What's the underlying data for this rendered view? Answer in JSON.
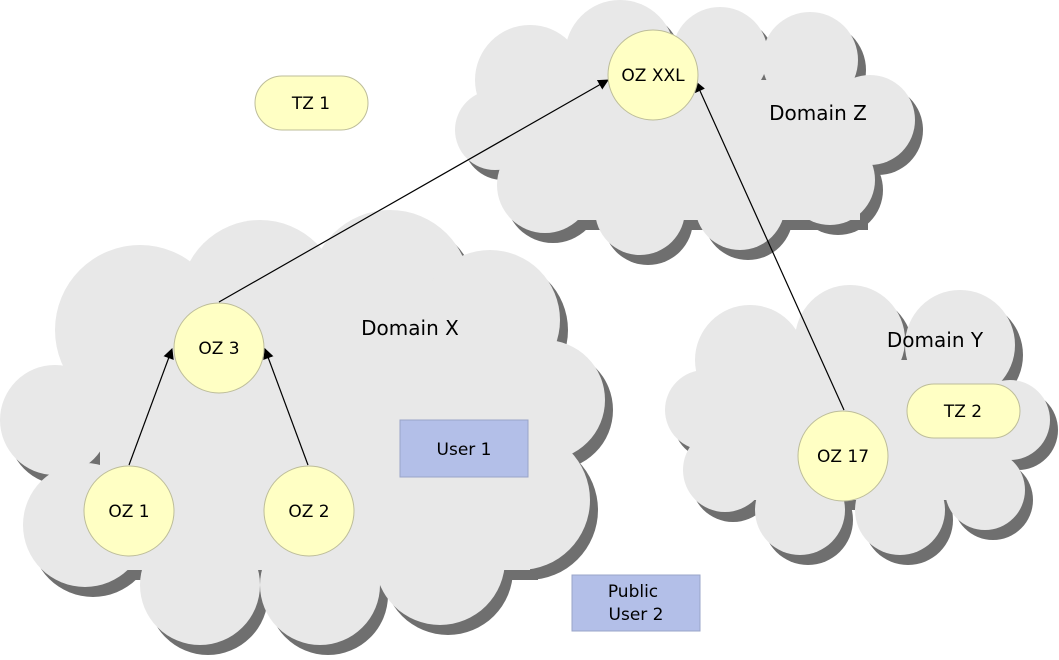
{
  "domains": {
    "z": {
      "label": "Domain Z"
    },
    "x": {
      "label": "Domain X"
    },
    "y": {
      "label": "Domain Y"
    }
  },
  "zones": {
    "oz_xxl": {
      "label": "OZ XXL"
    },
    "oz_3": {
      "label": "OZ 3"
    },
    "oz_1": {
      "label": "OZ 1"
    },
    "oz_2": {
      "label": "OZ 2"
    },
    "oz_17": {
      "label": "OZ 17"
    },
    "tz_1": {
      "label": "TZ 1"
    },
    "tz_2": {
      "label": "TZ 2"
    }
  },
  "users": {
    "user_1": {
      "label": "User 1"
    },
    "user_2": {
      "line1": "Public",
      "line2": "User 2"
    }
  },
  "colors": {
    "cloud": "#e8e8e8",
    "cloud_shadow": "#6f6f6f",
    "zone_fill": "#ffffc4",
    "user_fill": "#b3bfe8",
    "edge": "#000000"
  },
  "edges": [
    {
      "from": "OZ 1",
      "to": "OZ 3"
    },
    {
      "from": "OZ 2",
      "to": "OZ 3"
    },
    {
      "from": "OZ 3",
      "to": "OZ XXL"
    },
    {
      "from": "OZ 17",
      "to": "OZ XXL"
    }
  ]
}
